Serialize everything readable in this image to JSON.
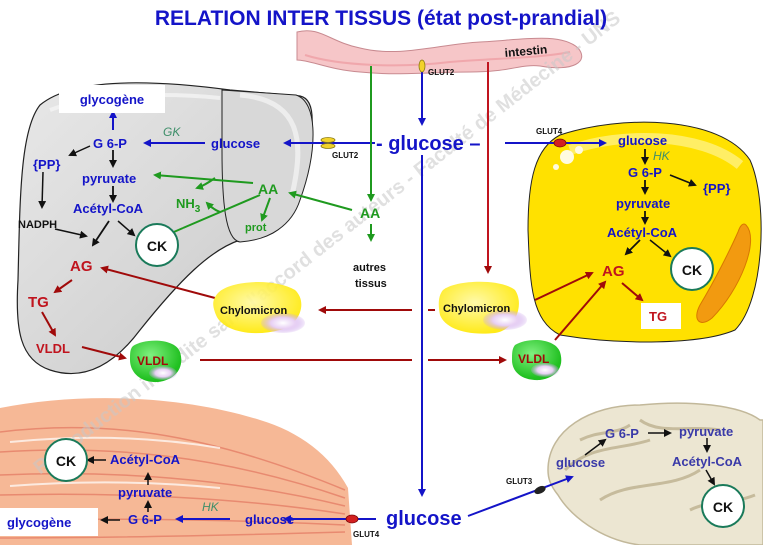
{
  "title": "RELATION INTER TISSUS (état post-prandial)",
  "watermark": "Reproduction interdite sans l'accord des auteurs - Faculté de Médecine - UNS",
  "colors": {
    "title": "#1414c8",
    "glucose_path": "#1414c8",
    "amino_acid_path": "#1f9a1f",
    "lipid_path": "#a00a0a",
    "enzyme": "#3f8f6a",
    "liver": "#d4d4d4",
    "adipocyte": "#ffe100",
    "muscle": "#f4b48c",
    "intestine": "#f6c6c8",
    "brain": "#ece6d2"
  },
  "intestine": {
    "label": "intestin",
    "transporter": "GLUT2"
  },
  "blood": {
    "glucose_center": "glucose",
    "glucose_bottom": "glucose",
    "amino_acids": "AA",
    "other_tissues": [
      "autres",
      "tissus"
    ],
    "chylomicron_left": "Chylomicron",
    "chylomicron_right": "Chylomicron",
    "vldl_left": "VLDL",
    "vldl_right": "VLDL"
  },
  "liver": {
    "transporter": "GLUT2",
    "glucose": "glucose",
    "enzyme": "GK",
    "g6p": "G 6-P",
    "glycogen": "glycogène",
    "pp": "{PP}",
    "pyruvate": "pyruvate",
    "acetyl_coa": "Acétyl-CoA",
    "nadph": "NADPH",
    "ck": "CK",
    "aa": "AA",
    "nh3": "NH",
    "nh3_sub": "3",
    "prot": "prot",
    "ag": "AG",
    "tg": "TG",
    "vldl": "VLDL"
  },
  "adipocyte": {
    "transporter": "GLUT4",
    "glucose": "glucose",
    "enzyme": "HK",
    "g6p": "G 6-P",
    "pp": "{PP}",
    "pyruvate": "pyruvate",
    "acetyl_coa": "Acétyl-CoA",
    "ag": "AG",
    "ck": "CK",
    "tg": "TG"
  },
  "muscle": {
    "transporter": "GLUT4",
    "glucose": "glucose",
    "enzyme": "HK",
    "g6p": "G 6-P",
    "glycogen": "glycogène",
    "pyruvate": "pyruvate",
    "acetyl_coa": "Acétyl-CoA",
    "ck": "CK"
  },
  "brain": {
    "transporter": "GLUT3",
    "glucose": "glucose",
    "g6p": "G 6-P",
    "pyruvate": "pyruvate",
    "acetyl_coa": "Acétyl-CoA",
    "ck": "CK"
  }
}
